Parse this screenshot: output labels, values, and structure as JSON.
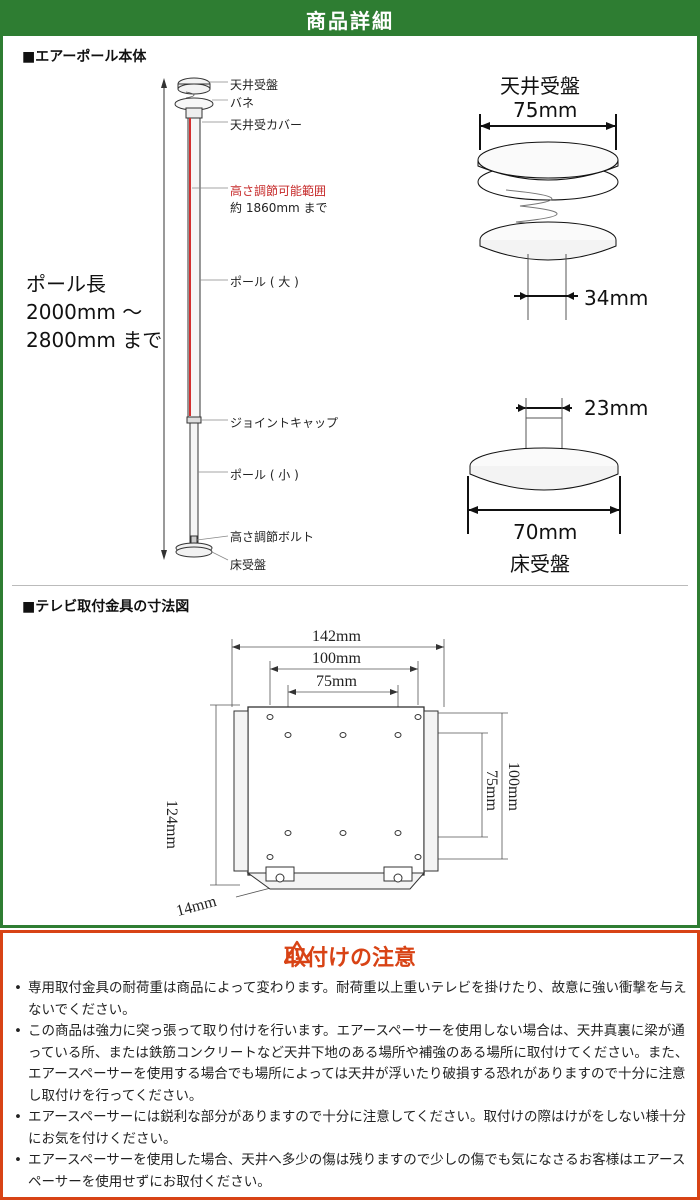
{
  "header": {
    "title": "商品詳細"
  },
  "pole_section": {
    "heading": "■エアーポール本体",
    "parts": {
      "ceiling_plate": "天井受盤",
      "spring": "バネ",
      "ceiling_cover": "天井受カバー",
      "adjust_range_1": "高さ調節可能範囲",
      "adjust_range_2": "約 1860mm まで",
      "pole_large": "ポール ( 大 )",
      "joint_cap": "ジョイントキャップ",
      "pole_small": "ポール ( 小 )",
      "adjust_bolt": "高さ調節ボルト",
      "floor_plate": "床受盤"
    },
    "pole_length": {
      "line1": "ポール長",
      "line2": "2000mm ～",
      "line3": "2800mm まで"
    },
    "ceiling_detail": {
      "title": "天井受盤",
      "diameter": "75mm",
      "pole_width": "34mm"
    },
    "floor_detail": {
      "title": "床受盤",
      "diameter": "70mm",
      "pole_width": "23mm"
    }
  },
  "bracket_section": {
    "heading": "■テレビ取付金具の寸法図",
    "dims": {
      "outer_width": "142mm",
      "mid_width": "100mm",
      "inner_width": "75mm",
      "height_total": "124mm",
      "vert_inner": "75mm",
      "vert_outer": "100mm",
      "depth": "14mm"
    }
  },
  "caution": {
    "title": "取付けの注意",
    "items": [
      "専用取付金具の耐荷重は商品によって変わります。耐荷重以上重いテレビを掛けたり、故意に強い衝撃を与えないでください。",
      "この商品は強力に突っ張って取り付けを行います。エアースペーサーを使用しない場合は、天井真裏に梁が通っている所、または鉄筋コンクリートなど天井下地のある場所や補強のある場所に取付けてください。また、エアースペーサーを使用する場合でも場所によっては天井が浮いたり破損する恐れがありますので十分に注意し取付けを行ってください。",
      "エアースペーサーには鋭利な部分がありますので十分に注意してください。取付けの際はけがをしない様十分にお気を付けください。",
      "エアースペーサーを使用した場合、天井へ多少の傷は残りますので少しの傷でも気になさるお客様はエアースペーサーを使用せずにお取付ください。"
    ]
  },
  "colors": {
    "header_green": "#2e7d32",
    "caution_red": "#d84315",
    "range_red": "#c62828"
  }
}
